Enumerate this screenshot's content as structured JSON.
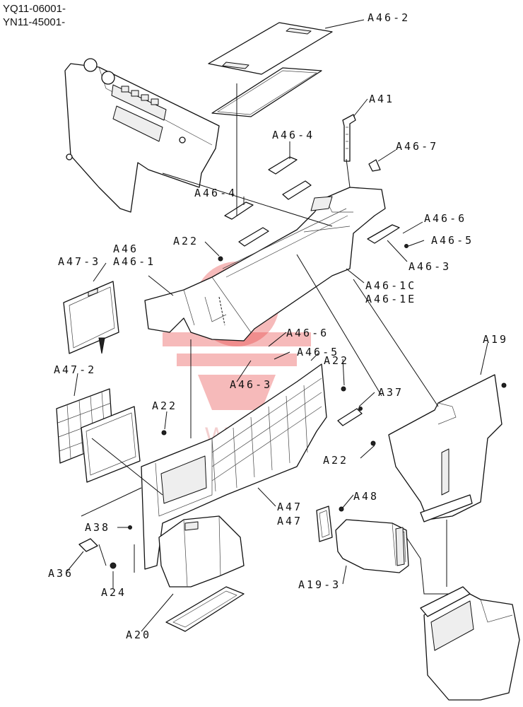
{
  "header": {
    "serial_range_1": "YQ11-06001-",
    "serial_range_2": "YN11-45001-"
  },
  "diagram": {
    "watermark_text": "WHEX",
    "part_labels": [
      {
        "id": "lbl-a46-2",
        "text": "A46-2"
      },
      {
        "id": "lbl-a41",
        "text": "A41"
      },
      {
        "id": "lbl-a46-4-top",
        "text": "A46-4"
      },
      {
        "id": "lbl-a46-7",
        "text": "A46-7"
      },
      {
        "id": "lbl-a46-4-mid",
        "text": "A46-4"
      },
      {
        "id": "lbl-a46-6-right",
        "text": "A46-6"
      },
      {
        "id": "lbl-a46-5-right",
        "text": "A46-5"
      },
      {
        "id": "lbl-a22-top",
        "text": "A22"
      },
      {
        "id": "lbl-a46",
        "text": "A46"
      },
      {
        "id": "lbl-a47-3",
        "text": "A47-3"
      },
      {
        "id": "lbl-a46-1",
        "text": "A46-1"
      },
      {
        "id": "lbl-a46-3-right",
        "text": "A46-3"
      },
      {
        "id": "lbl-a46-1c",
        "text": "A46-1C"
      },
      {
        "id": "lbl-a46-1e",
        "text": "A46-1E"
      },
      {
        "id": "lbl-a19",
        "text": "A19"
      },
      {
        "id": "lbl-a46-6-mid",
        "text": "A46-6"
      },
      {
        "id": "lbl-a46-5-mid",
        "text": "A46-5"
      },
      {
        "id": "lbl-a47-2",
        "text": "A47-2"
      },
      {
        "id": "lbl-a22-mid",
        "text": "A22"
      },
      {
        "id": "lbl-a46-3-mid",
        "text": "A46-3"
      },
      {
        "id": "lbl-a37",
        "text": "A37"
      },
      {
        "id": "lbl-a22-left",
        "text": "A22"
      },
      {
        "id": "lbl-a22-right",
        "text": "A22"
      },
      {
        "id": "lbl-a47-a",
        "text": "A47"
      },
      {
        "id": "lbl-a47-b",
        "text": "A47"
      },
      {
        "id": "lbl-a48",
        "text": "A48"
      },
      {
        "id": "lbl-a38",
        "text": "A38"
      },
      {
        "id": "lbl-a36",
        "text": "A36"
      },
      {
        "id": "lbl-a24",
        "text": "A24"
      },
      {
        "id": "lbl-a19-3",
        "text": "A19-3"
      },
      {
        "id": "lbl-a20",
        "text": "A20"
      }
    ]
  }
}
